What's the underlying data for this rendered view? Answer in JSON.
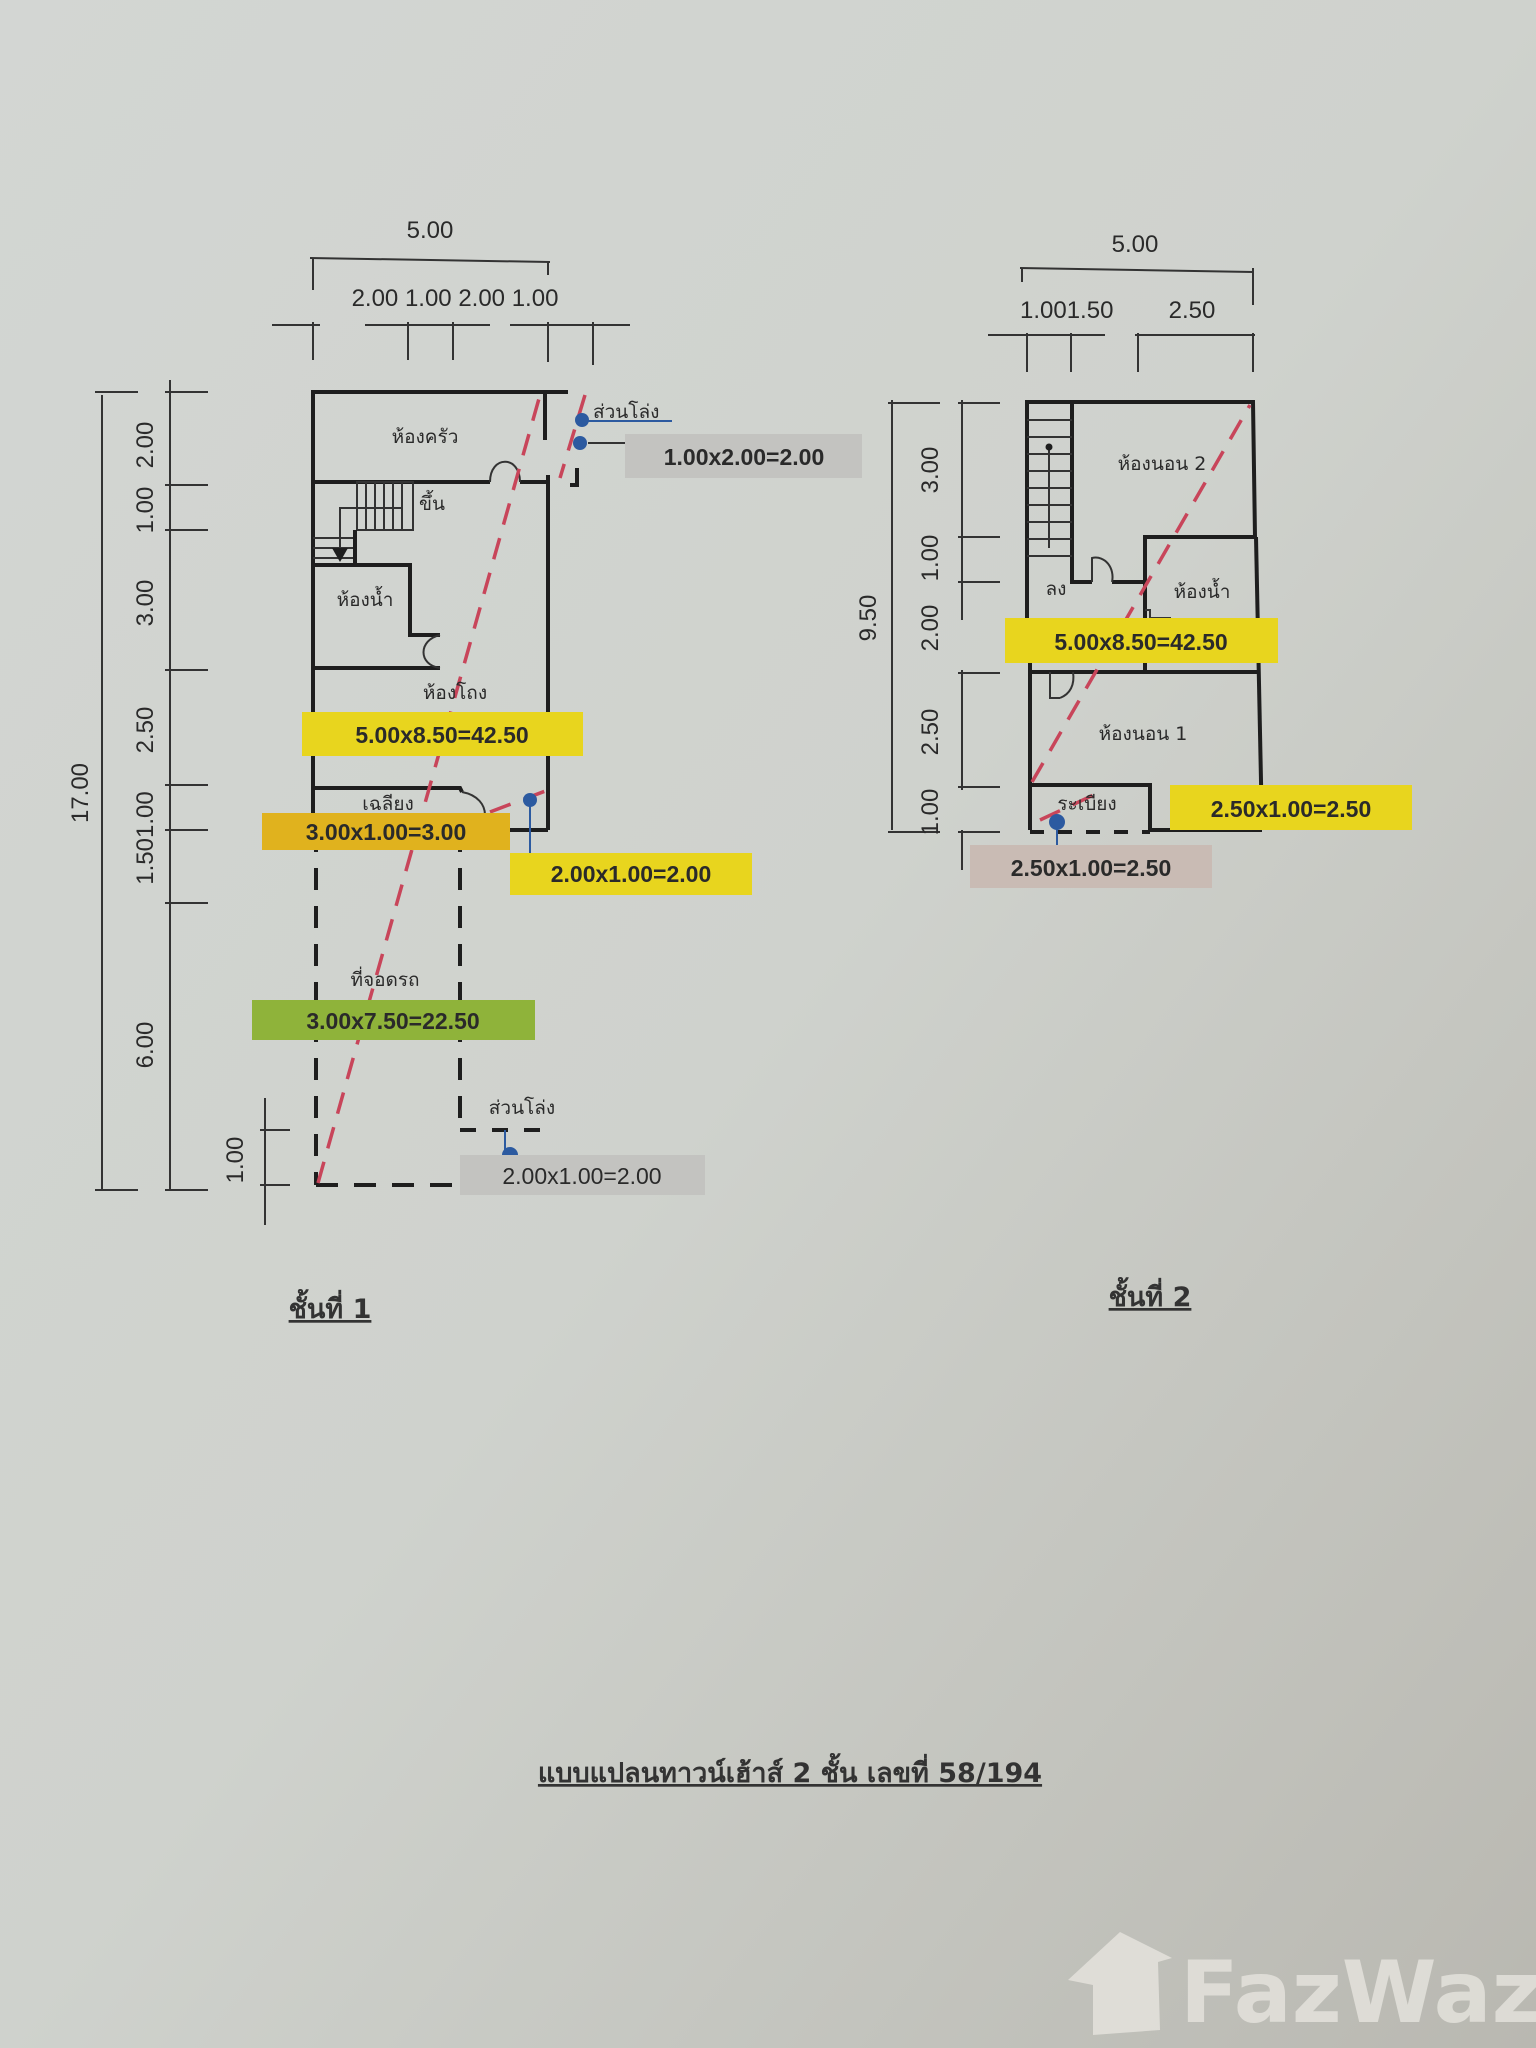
{
  "document_title": "แบบแปลนทาวน์เฮ้าส์ 2 ชั้น เลขที่ 58/194",
  "floor1": {
    "title": "ชั้นที่ 1",
    "top_dims": {
      "total": "5.00",
      "segments": "2.00 1.00 2.00 1.00"
    },
    "left_dims": {
      "total": "17.00",
      "segments": [
        "2.00",
        "1.00",
        "3.00",
        "2.50",
        "1.501.00",
        "6.00",
        "1.00"
      ]
    },
    "rooms": {
      "kitchen": "ห้องครัว",
      "stairs_up": "ขึ้น",
      "bathroom": "ห้องน้ำ",
      "hall": "ห้องโถง",
      "porch": "เฉลียง",
      "parking": "ที่จอดรถ",
      "open_space_top": "ส่วนโล่ง",
      "open_space_bottom": "ส่วนโล่ง"
    },
    "areas": {
      "main": "5.00x8.50=42.50",
      "porch": "3.00x1.00=3.00",
      "side": "2.00x1.00=2.00",
      "parking": "3.00x7.50=22.50",
      "open_top": "1.00x2.00=2.00",
      "open_bottom": "2.00x1.00=2.00"
    }
  },
  "floor2": {
    "title": "ชั้นที่ 2",
    "top_dims": {
      "total": "5.00",
      "seg_a": "1.001.50",
      "seg_b": "2.50"
    },
    "left_dims": {
      "total": "9.50",
      "segments": [
        "3.00",
        "1.00",
        "2.00",
        "2.50",
        "1.00"
      ]
    },
    "rooms": {
      "bedroom2": "ห้องนอน 2",
      "stairs_down": "ลง",
      "bathroom": "ห้องน้ำ",
      "bedroom1": "ห้องนอน 1",
      "balcony": "ระเบียง"
    },
    "areas": {
      "main": "5.00x8.50=42.50",
      "balcony_right": "2.50x1.00=2.50",
      "balcony_bottom": "2.50x1.00=2.50"
    }
  },
  "watermark": "FazWaz",
  "colors": {
    "yellow": "#e8d51e",
    "orange": "#e0b21e",
    "green": "#8fb33a",
    "gray": "#c3c3c0",
    "pink": "#c9bbb4",
    "red_dash": "#c8455a",
    "blue_dot": "#2c5aa0"
  }
}
